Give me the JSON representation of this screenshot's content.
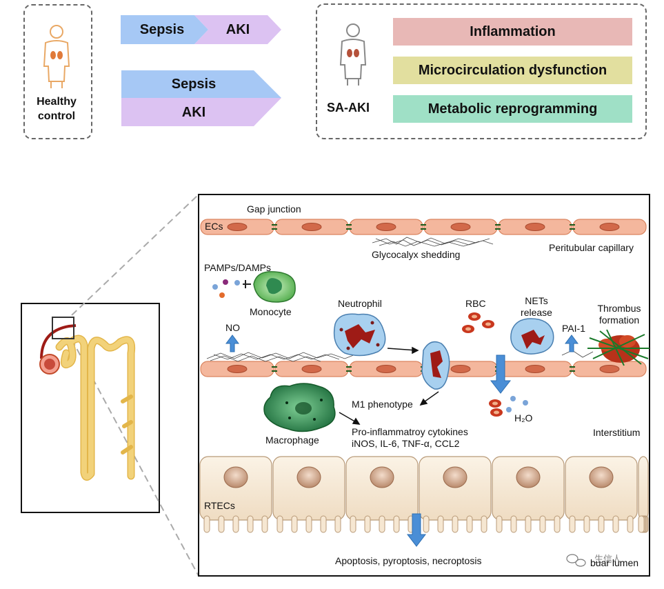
{
  "top": {
    "healthy": {
      "line1": "Healthy",
      "line2": "control"
    },
    "arrow1": {
      "left": "Sepsis",
      "right": "AKI"
    },
    "arrow2": {
      "top": "Sepsis",
      "bottom": "AKI"
    },
    "saaki": "SA-AKI",
    "features": [
      "Inflammation",
      "Microcirculation dysfunction",
      "Metabolic reprogramming"
    ]
  },
  "diagram": {
    "gap_junction": "Gap junction",
    "ecs": "ECs",
    "glycocalyx": "Glycocalyx shedding",
    "peritubular": "Peritubular capillary",
    "pamps": "PAMPs/DAMPs",
    "monocyte": "Monocyte",
    "neutrophil": "Neutrophil",
    "rbc": "RBC",
    "nets": {
      "line1": "NETs",
      "line2": "release"
    },
    "thrombus": {
      "line1": "Thrombus",
      "line2": "formation"
    },
    "no": "NO",
    "pai1": "PAI-1",
    "m1": "M1 phenotype",
    "h2o": "H₂O",
    "macrophage": "Macrophage",
    "cytokines": {
      "line1": "Pro-inflammatroy cytokines",
      "line2": "iNOS, IL-6, TNF-α, CCL2"
    },
    "interstitium": "Interstitium",
    "rtecs": "RTECs",
    "death": "Apoptosis, pyroptosis, necroptosis",
    "tubular_lumen": "buar lumen"
  },
  "watermark": "生信人",
  "colors": {
    "sepsis": "#a6c8f5",
    "aki": "#dcc2f2",
    "inflammation": "#e8b8b6",
    "microcirculation": "#e2df9f",
    "metabolic": "#9fe0c6",
    "endothelium": "#f4b79d",
    "tubule": "#f2d27a",
    "blue_arrow": "#4a8ed6"
  }
}
